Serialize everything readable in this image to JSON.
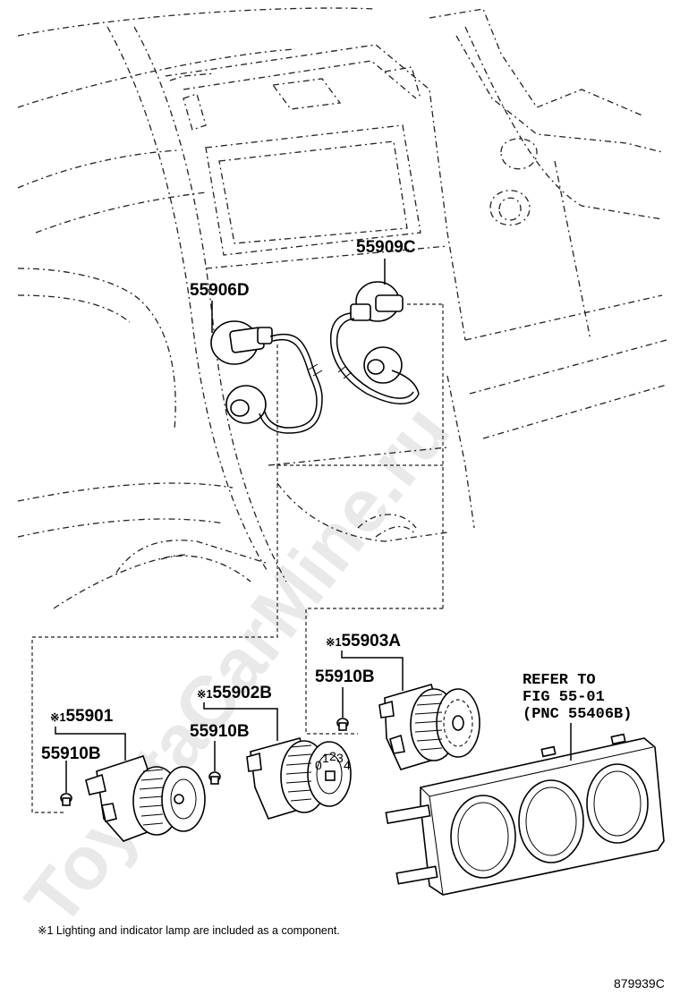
{
  "watermark": "ToyotaCarMine.ru",
  "labels": {
    "p55909C": "55909C",
    "p55906D": "55906D",
    "p55903A": "55903A",
    "p55910B_right": "55910B",
    "p55902B": "55902B",
    "p55910B_mid": "55910B",
    "p55901": "55901",
    "p55910B_left": "55910B",
    "mark": "※1"
  },
  "refer": {
    "line1": "REFER TO",
    "line2": "FIG 55-01",
    "line3": "(PNC 55406B)"
  },
  "footnote": "※1 Lighting and indicator lamp are included as a component.",
  "figure_code": "879939C",
  "knob_digits": [
    "0",
    "1",
    "2",
    "3",
    "4"
  ]
}
